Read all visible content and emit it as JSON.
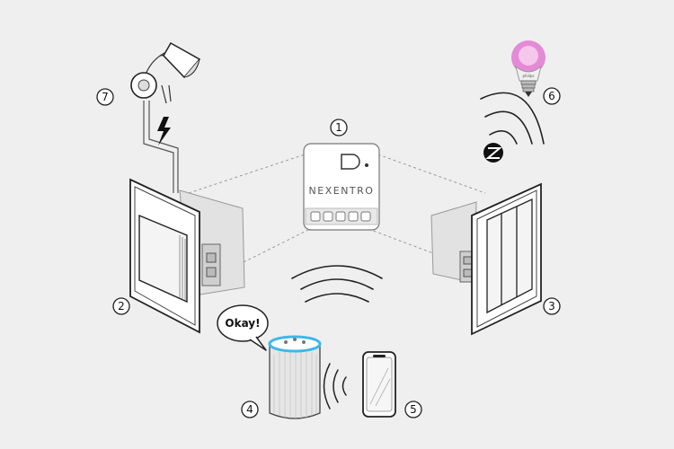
{
  "diagram": {
    "brand": "NEXENTRO",
    "speech": "Okay!",
    "bulb_brand": "philips",
    "badges": [
      {
        "id": "relay-module",
        "label": "1"
      },
      {
        "id": "wall-switch-single",
        "label": "2"
      },
      {
        "id": "wall-switch-double",
        "label": "3"
      },
      {
        "id": "smart-speaker",
        "label": "4"
      },
      {
        "id": "smartphone",
        "label": "5"
      },
      {
        "id": "smart-bulb",
        "label": "6"
      },
      {
        "id": "wired-lamp",
        "label": "7"
      }
    ],
    "icons": {
      "zigbee": "zigbee-icon",
      "lightning": "lightning-bolt-icon",
      "wifi": "wireless-waves-icon"
    },
    "colors": {
      "background": "#efefef",
      "line": "#222222",
      "bulb_glow": "#e58ad6",
      "speaker_ring": "#3db8e8"
    }
  }
}
